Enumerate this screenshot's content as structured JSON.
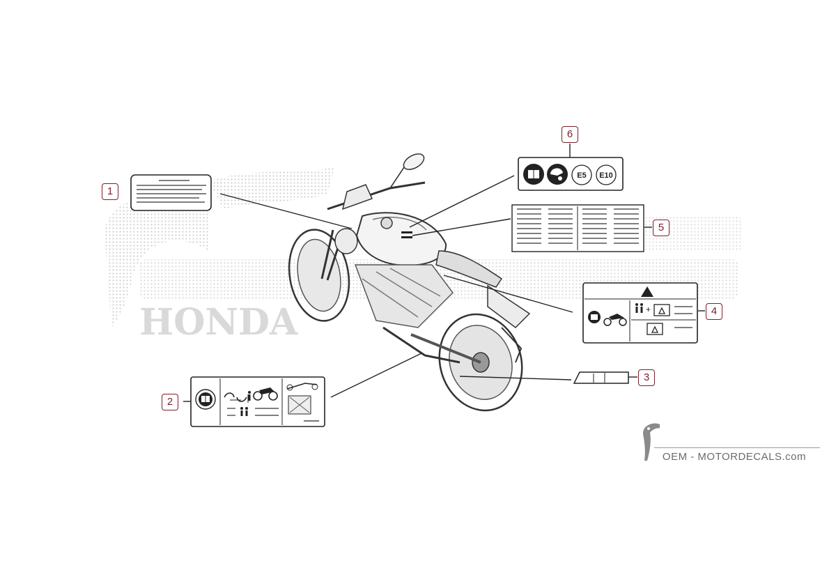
{
  "callouts": [
    "1",
    "2",
    "3",
    "4",
    "5",
    "6"
  ],
  "fuel_label": {
    "e5": "E5",
    "e10": "E10"
  },
  "watermark": {
    "wordmark": "HONDA"
  },
  "brand": {
    "text": "OEM - MOTORDECALS.com"
  },
  "icons": {
    "manual": "owners-manual-icon",
    "helmet": "helmet-icon",
    "warning": "warning-triangle-icon",
    "rider": "rider-icon",
    "passenger": "passenger-icon",
    "luggage": "luggage-icon",
    "motorcycle": "motorcycle-icon",
    "chain": "chain-slack-icon"
  },
  "colors": {
    "callout": "#7a1f2b",
    "line": "#222222",
    "watermark": "#d2d2d2"
  }
}
